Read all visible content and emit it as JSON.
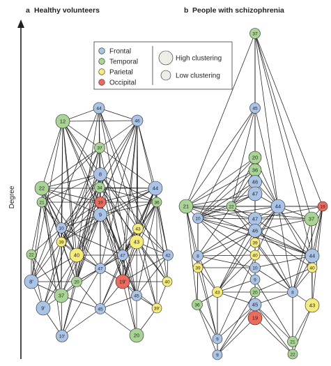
{
  "panels": [
    {
      "letter": "a",
      "title": "Healthy volunteers"
    },
    {
      "letter": "b",
      "title": "People with schizophrenia"
    }
  ],
  "axis": {
    "label": "Degree"
  },
  "legend": {
    "lobes": [
      {
        "name": "Frontal",
        "color": "#a9c4e6"
      },
      {
        "name": "Temporal",
        "color": "#a8d595"
      },
      {
        "name": "Parietal",
        "color": "#f6ec7c"
      },
      {
        "name": "Occipital",
        "color": "#ee6a5c"
      }
    ],
    "clustering": [
      {
        "label": "High clustering"
      },
      {
        "label": "Low clustering"
      }
    ],
    "size_color": "#efeee6"
  },
  "networks": [
    {
      "name": "healthy",
      "nodes": [
        {
          "label": "44",
          "lobe": "Frontal"
        },
        {
          "label": "46",
          "lobe": "Frontal"
        },
        {
          "label": "12",
          "lobe": "Temporal"
        },
        {
          "label": "37",
          "lobe": "Temporal"
        },
        {
          "label": "8",
          "lobe": "Frontal"
        },
        {
          "label": "34",
          "lobe": "Temporal"
        },
        {
          "label": "22",
          "lobe": "Temporal"
        },
        {
          "label": "21",
          "lobe": "Temporal"
        },
        {
          "label": "19",
          "lobe": "Occipital"
        },
        {
          "label": "44",
          "lobe": "Frontal"
        },
        {
          "label": "36",
          "lobe": "Temporal"
        },
        {
          "label": "9",
          "lobe": "Frontal"
        },
        {
          "label": "10",
          "lobe": "Frontal"
        },
        {
          "label": "43",
          "lobe": "Parietal"
        },
        {
          "label": "39",
          "lobe": "Parietal"
        },
        {
          "label": "43",
          "lobe": "Parietal"
        },
        {
          "label": "40",
          "lobe": "Parietal"
        },
        {
          "label": "47",
          "lobe": "Frontal"
        },
        {
          "label": "22",
          "lobe": "Temporal"
        },
        {
          "label": "47",
          "lobe": "Frontal"
        },
        {
          "label": "42",
          "lobe": "Frontal"
        },
        {
          "label": "8'",
          "lobe": "Frontal"
        },
        {
          "label": "20",
          "lobe": "Temporal"
        },
        {
          "label": "19'",
          "lobe": "Occipital"
        },
        {
          "label": "40",
          "lobe": "Parietal"
        },
        {
          "label": "37",
          "lobe": "Temporal"
        },
        {
          "label": "45",
          "lobe": "Frontal"
        },
        {
          "label": "9'",
          "lobe": "Frontal"
        },
        {
          "label": "45",
          "lobe": "Frontal"
        },
        {
          "label": "39'",
          "lobe": "Parietal"
        },
        {
          "label": "10'",
          "lobe": "Frontal"
        },
        {
          "label": "20",
          "lobe": "Temporal"
        }
      ]
    },
    {
      "name": "schizophrenia",
      "nodes": [
        {
          "label": "37",
          "lobe": "Temporal"
        },
        {
          "label": "45",
          "lobe": "Frontal"
        },
        {
          "label": "20",
          "lobe": "Temporal"
        },
        {
          "label": "36",
          "lobe": "Temporal"
        },
        {
          "label": "46",
          "lobe": "Frontal"
        },
        {
          "label": "47",
          "lobe": "Frontal"
        },
        {
          "label": "21",
          "lobe": "Temporal"
        },
        {
          "label": "22",
          "lobe": "Temporal"
        },
        {
          "label": "44",
          "lobe": "Frontal"
        },
        {
          "label": "19",
          "lobe": "Occipital"
        },
        {
          "label": "10",
          "lobe": "Frontal"
        },
        {
          "label": "47",
          "lobe": "Frontal"
        },
        {
          "label": "37",
          "lobe": "Temporal"
        },
        {
          "label": "46",
          "lobe": "Frontal"
        },
        {
          "label": "39",
          "lobe": "Parietal"
        },
        {
          "label": "8",
          "lobe": "Frontal"
        },
        {
          "label": "40",
          "lobe": "Parietal"
        },
        {
          "label": "44",
          "lobe": "Frontal"
        },
        {
          "label": "39",
          "lobe": "Parietal"
        },
        {
          "label": "10",
          "lobe": "Frontal"
        },
        {
          "label": "40",
          "lobe": "Parietal"
        },
        {
          "label": "9",
          "lobe": "Frontal"
        },
        {
          "label": "20",
          "lobe": "Temporal"
        },
        {
          "label": "43",
          "lobe": "Parietal"
        },
        {
          "label": "8",
          "lobe": "Frontal"
        },
        {
          "label": "36",
          "lobe": "Temporal"
        },
        {
          "label": "45",
          "lobe": "Frontal"
        },
        {
          "label": "43",
          "lobe": "Parietal"
        },
        {
          "label": "19",
          "lobe": "Occipital"
        },
        {
          "label": "9",
          "lobe": "Frontal"
        },
        {
          "label": "21",
          "lobe": "Temporal"
        },
        {
          "label": "9",
          "lobe": "Frontal"
        },
        {
          "label": "22",
          "lobe": "Temporal"
        }
      ]
    }
  ]
}
